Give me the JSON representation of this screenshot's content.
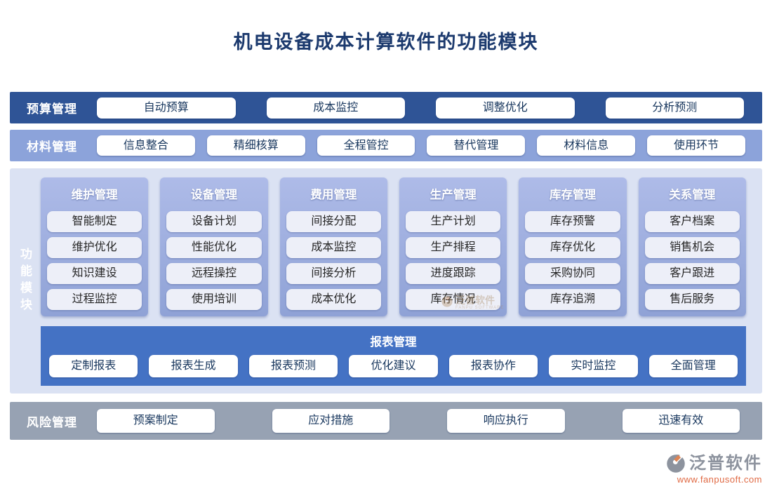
{
  "title": "机电设备成本计算软件的功能模块",
  "bands": {
    "budget": {
      "label": "预算管理",
      "items": [
        "自动预算",
        "成本监控",
        "调整优化",
        "分析预测"
      ]
    },
    "material": {
      "label": "材料管理",
      "items": [
        "信息整合",
        "精细核算",
        "全程管控",
        "替代管理",
        "材料信息",
        "使用环节"
      ]
    },
    "risk": {
      "label": "风险管理",
      "items": [
        "预案制定",
        "应对措施",
        "响应执行",
        "迅速有效"
      ]
    }
  },
  "main": {
    "side_label": "功能模块",
    "columns": [
      {
        "title": "维护管理",
        "items": [
          "智能制定",
          "维护优化",
          "知识建设",
          "过程监控"
        ]
      },
      {
        "title": "设备管理",
        "items": [
          "设备计划",
          "性能优化",
          "远程操控",
          "使用培训"
        ]
      },
      {
        "title": "费用管理",
        "items": [
          "间接分配",
          "成本监控",
          "间接分析",
          "成本优化"
        ]
      },
      {
        "title": "生产管理",
        "items": [
          "生产计划",
          "生产排程",
          "进度跟踪",
          "库存情况"
        ]
      },
      {
        "title": "库存管理",
        "items": [
          "库存预警",
          "库存优化",
          "采购协同",
          "库存追溯"
        ]
      },
      {
        "title": "关系管理",
        "items": [
          "客户档案",
          "销售机会",
          "客户跟进",
          "售后服务"
        ]
      }
    ],
    "report": {
      "title": "报表管理",
      "items": [
        "定制报表",
        "报表生成",
        "报表预测",
        "优化建议",
        "报表协作",
        "实时监控",
        "全面管理"
      ]
    }
  },
  "watermark": {
    "text": "泛普软件",
    "sub": "FANPU SOFTWARE"
  },
  "footer": {
    "brand": "泛普软件",
    "url": "www.fanpusoft.com"
  },
  "colors": {
    "title_text": "#1c3a6e",
    "budget_band": "#2f5496",
    "material_band": "#8ca3da",
    "main_panel": "#dbe2f3",
    "module_column": "#9dafdf",
    "report_band": "#4472c4",
    "risk_band": "#97a2b3",
    "button_text": "#17365d",
    "brand_gray": "#8d939e",
    "brand_orange": "#e06a44"
  }
}
